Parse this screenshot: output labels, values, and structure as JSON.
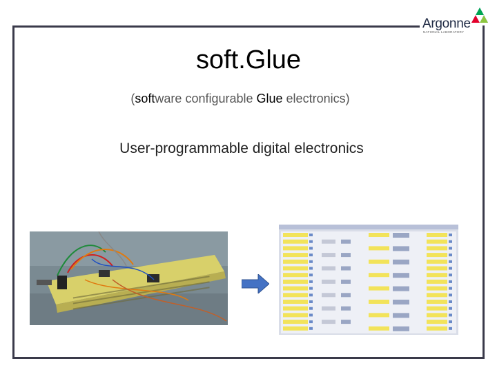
{
  "logo": {
    "word": "Argonne",
    "sub": "NATIONAL LABORATORY",
    "colors": [
      "#e4002b",
      "#00a651",
      "#2a6ebb"
    ]
  },
  "slide": {
    "title": "soft.Glue",
    "subtitle": {
      "open": "(",
      "soft": "soft",
      "ware": "ware configurable ",
      "glue": "Glue",
      "rest": " electronics)"
    },
    "tagline": "User-programmable digital electronics"
  },
  "colors": {
    "frame": "#3a3a4a",
    "arrow": "#4472c4",
    "panel_yellow": "#f2e35a",
    "panel_bg": "#d9dde8"
  },
  "images": {
    "photo": "breadboard-photo",
    "screen": "softglue-gui-screenshot"
  }
}
